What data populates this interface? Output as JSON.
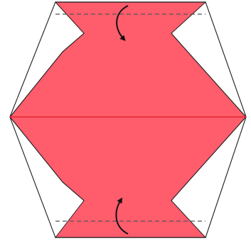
{
  "diagram": {
    "kind": "origami-fold-step",
    "shape": "hexagon",
    "colors": {
      "paper_front": "#ff5c6c",
      "paper_back": "#ffffff",
      "outline": "#222222",
      "center_crease": "#e8343f",
      "fold_line": "#555555",
      "arrow": "#111111"
    },
    "fold_lines": [
      "top-valley-fold",
      "bottom-valley-fold"
    ],
    "arrows": [
      "fold-down-arrow",
      "fold-up-arrow"
    ]
  }
}
